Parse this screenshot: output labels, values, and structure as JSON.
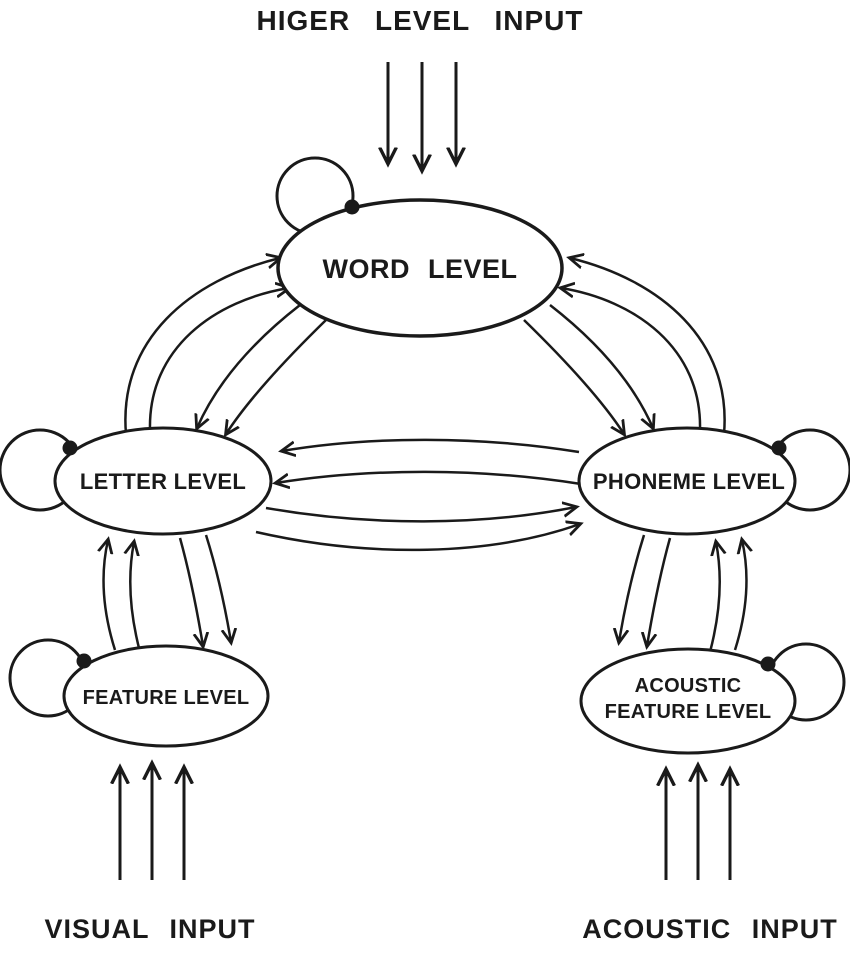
{
  "diagram": {
    "top_label": "HIGER LEVEL INPUT",
    "nodes": {
      "word": "WORD LEVEL",
      "letter": "LETTER LEVEL",
      "phoneme": "PHONEME LEVEL",
      "feature": "FEATURE LEVEL",
      "acoustic_feature_line1": "ACOUSTIC",
      "acoustic_feature_line2": "FEATURE LEVEL"
    },
    "bottom_labels": {
      "visual": "VISUAL INPUT",
      "acoustic": "ACOUSTIC INPUT"
    },
    "colors": {
      "ink": "#1a1a1a",
      "background": "#ffffff"
    }
  }
}
